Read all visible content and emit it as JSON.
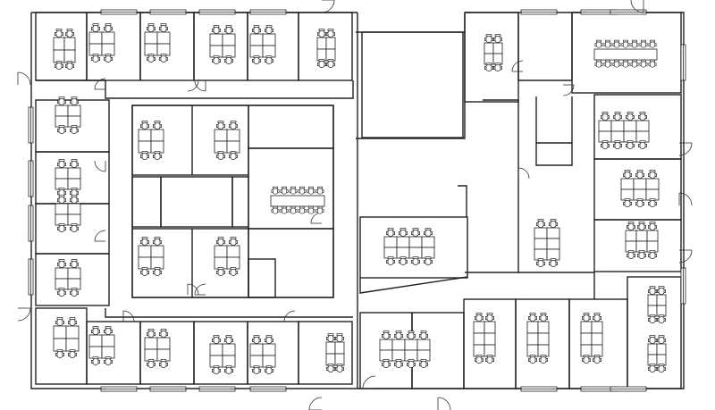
{
  "plan": {
    "type": "office-floor-plan",
    "labels": [],
    "colors": {
      "line": "#222222",
      "background": "#ffffff"
    },
    "room_types": [
      "perimeter-office",
      "interior-office",
      "open-workstation-area",
      "conference-room",
      "corridor"
    ],
    "furniture_types": [
      "desk-cluster",
      "task-chair",
      "conference-table",
      "door-swing",
      "window"
    ]
  }
}
